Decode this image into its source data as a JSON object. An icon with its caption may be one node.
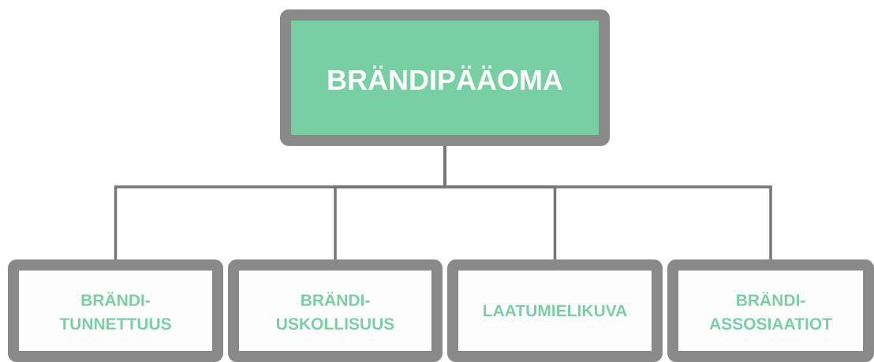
{
  "diagram": {
    "nodes": [
      {
        "text": [
          "BRÄNDIPÄÄOMA"
        ]
      },
      {
        "text": [
          "BRÄNDI- TUNNETTUUS"
        ]
      },
      {
        "text": [
          "BRÄNDI- USKOLLISUUS"
        ]
      },
      {
        "text": [
          "LAATUMIELIKUVA"
        ]
      },
      {
        "text": [
          "BRÄNDI- ASSOSIAATIOT"
        ]
      }
    ],
    "edges": [
      {
        "from": 0,
        "to": 1,
        "arrow": "none"
      },
      {
        "from": 0,
        "to": 2,
        "arrow": "none"
      },
      {
        "from": 0,
        "to": 3,
        "arrow": "none"
      },
      {
        "from": 0,
        "to": 4,
        "arrow": "none"
      }
    ]
  }
}
